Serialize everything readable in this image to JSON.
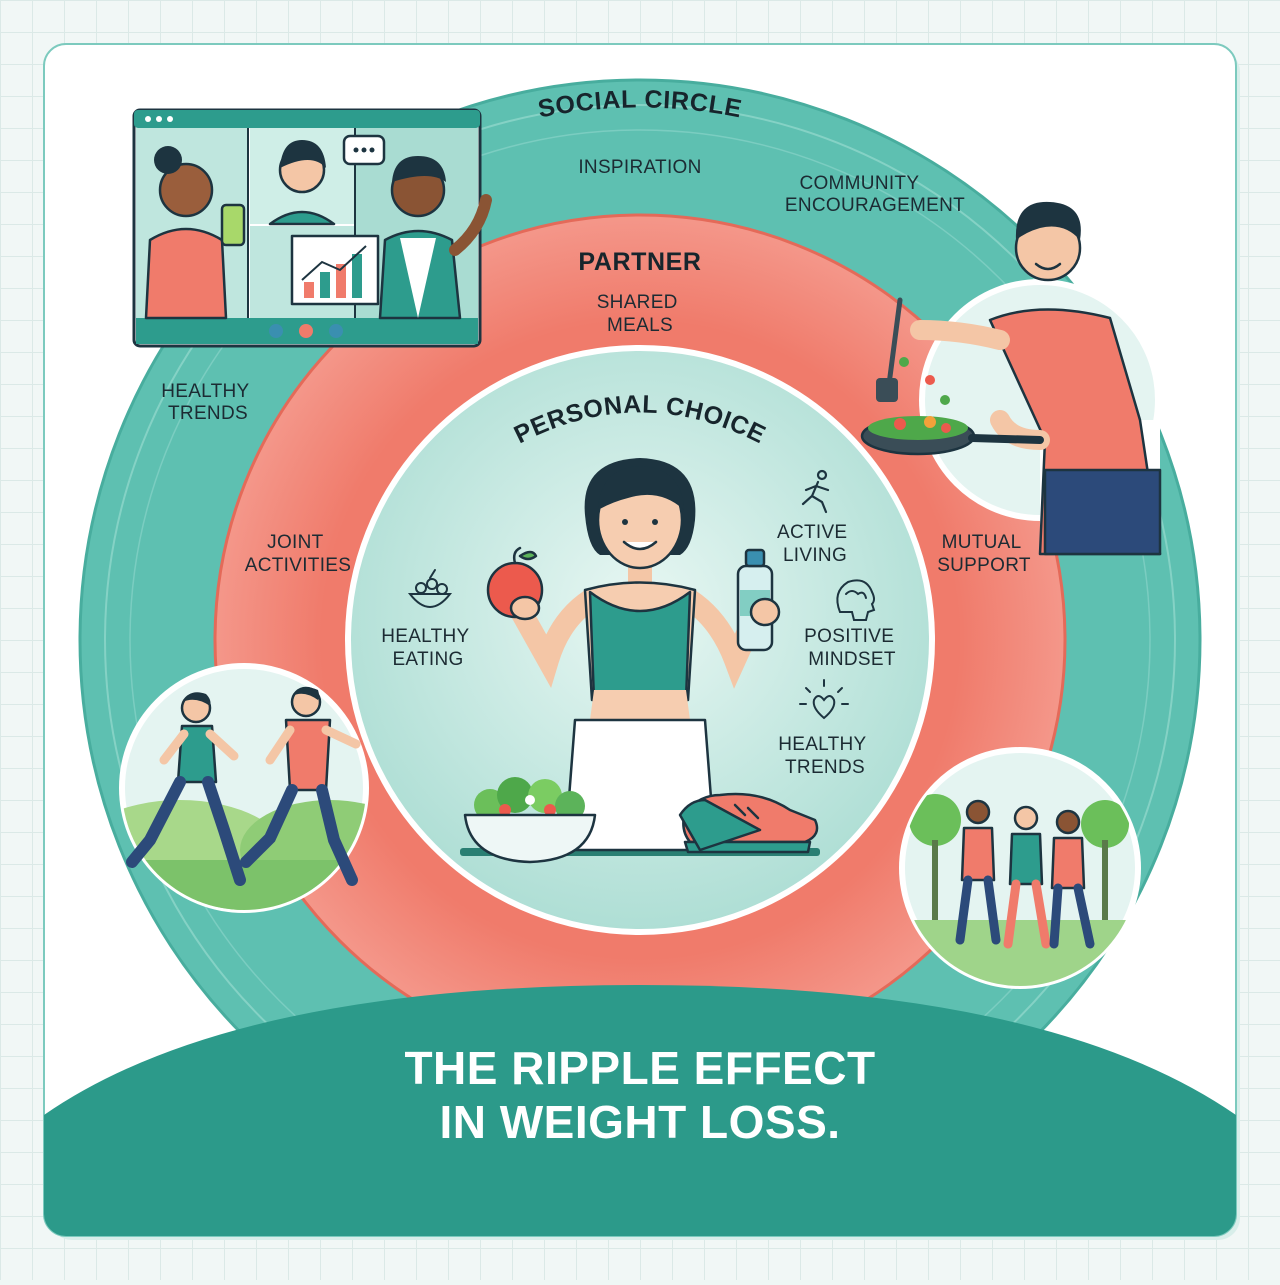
{
  "title": {
    "line1": "THE RIPPLE EFFECT",
    "line2": "IN WEIGHT LOSS."
  },
  "rings": {
    "social": {
      "title": "SOCIAL CIRCLE",
      "items": {
        "inspiration": [
          "INSPIRATION"
        ],
        "community": [
          "COMMUNITY",
          "ENCOURAGEMENT"
        ],
        "trends": [
          "HEALTHY",
          "TRENDS"
        ]
      }
    },
    "partner": {
      "title": "PARTNER",
      "items": {
        "meals": [
          "SHARED",
          "MEALS"
        ],
        "joint": [
          "JOINT",
          "ACTIVITIES"
        ],
        "support": [
          "MUTUAL",
          "SUPPORT"
        ]
      }
    },
    "personal": {
      "title": "PERSONAL CHOICE",
      "items": {
        "eating": [
          "HEALTHY",
          "EATING"
        ],
        "active": [
          "ACTIVE",
          "LIVING"
        ],
        "mindset": [
          "POSITIVE",
          "MINDSET"
        ],
        "trends": [
          "HEALTHY",
          "TRENDS"
        ]
      }
    }
  },
  "icons": {
    "bowl": "food-bowl-icon",
    "runner": "running-person-icon",
    "brain": "brain-head-icon",
    "heart": "heart-sparkle-icon"
  },
  "colors": {
    "teal_outer": "#5ec0b1",
    "teal_dark": "#2c9a8a",
    "coral": "#f07b6b",
    "coral_light": "#f6a496",
    "inner_mint": "#cdebe5",
    "ink": "#1d3440"
  }
}
